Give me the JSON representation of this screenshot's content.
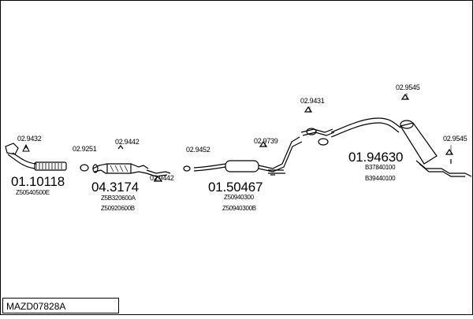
{
  "diagram": {
    "title_code": "MAZD07828A",
    "assemblies": [
      {
        "number": "01.10118",
        "parts": [
          "Z50540500E"
        ]
      },
      {
        "number": "04.3174",
        "parts": [
          "Z5B320600A",
          "Z50920600B"
        ]
      },
      {
        "number": "01.50467",
        "parts": [
          "Z50940300",
          "Z50940300B"
        ]
      },
      {
        "number": "01.94630",
        "parts": [
          "B37840100",
          "B39440100"
        ]
      }
    ],
    "fittings": [
      "02.9432",
      "02.9251",
      "02.9442",
      "02.9442",
      "02.9452",
      "02.9739",
      "02.9431",
      "02.9545",
      "02.9545"
    ]
  }
}
